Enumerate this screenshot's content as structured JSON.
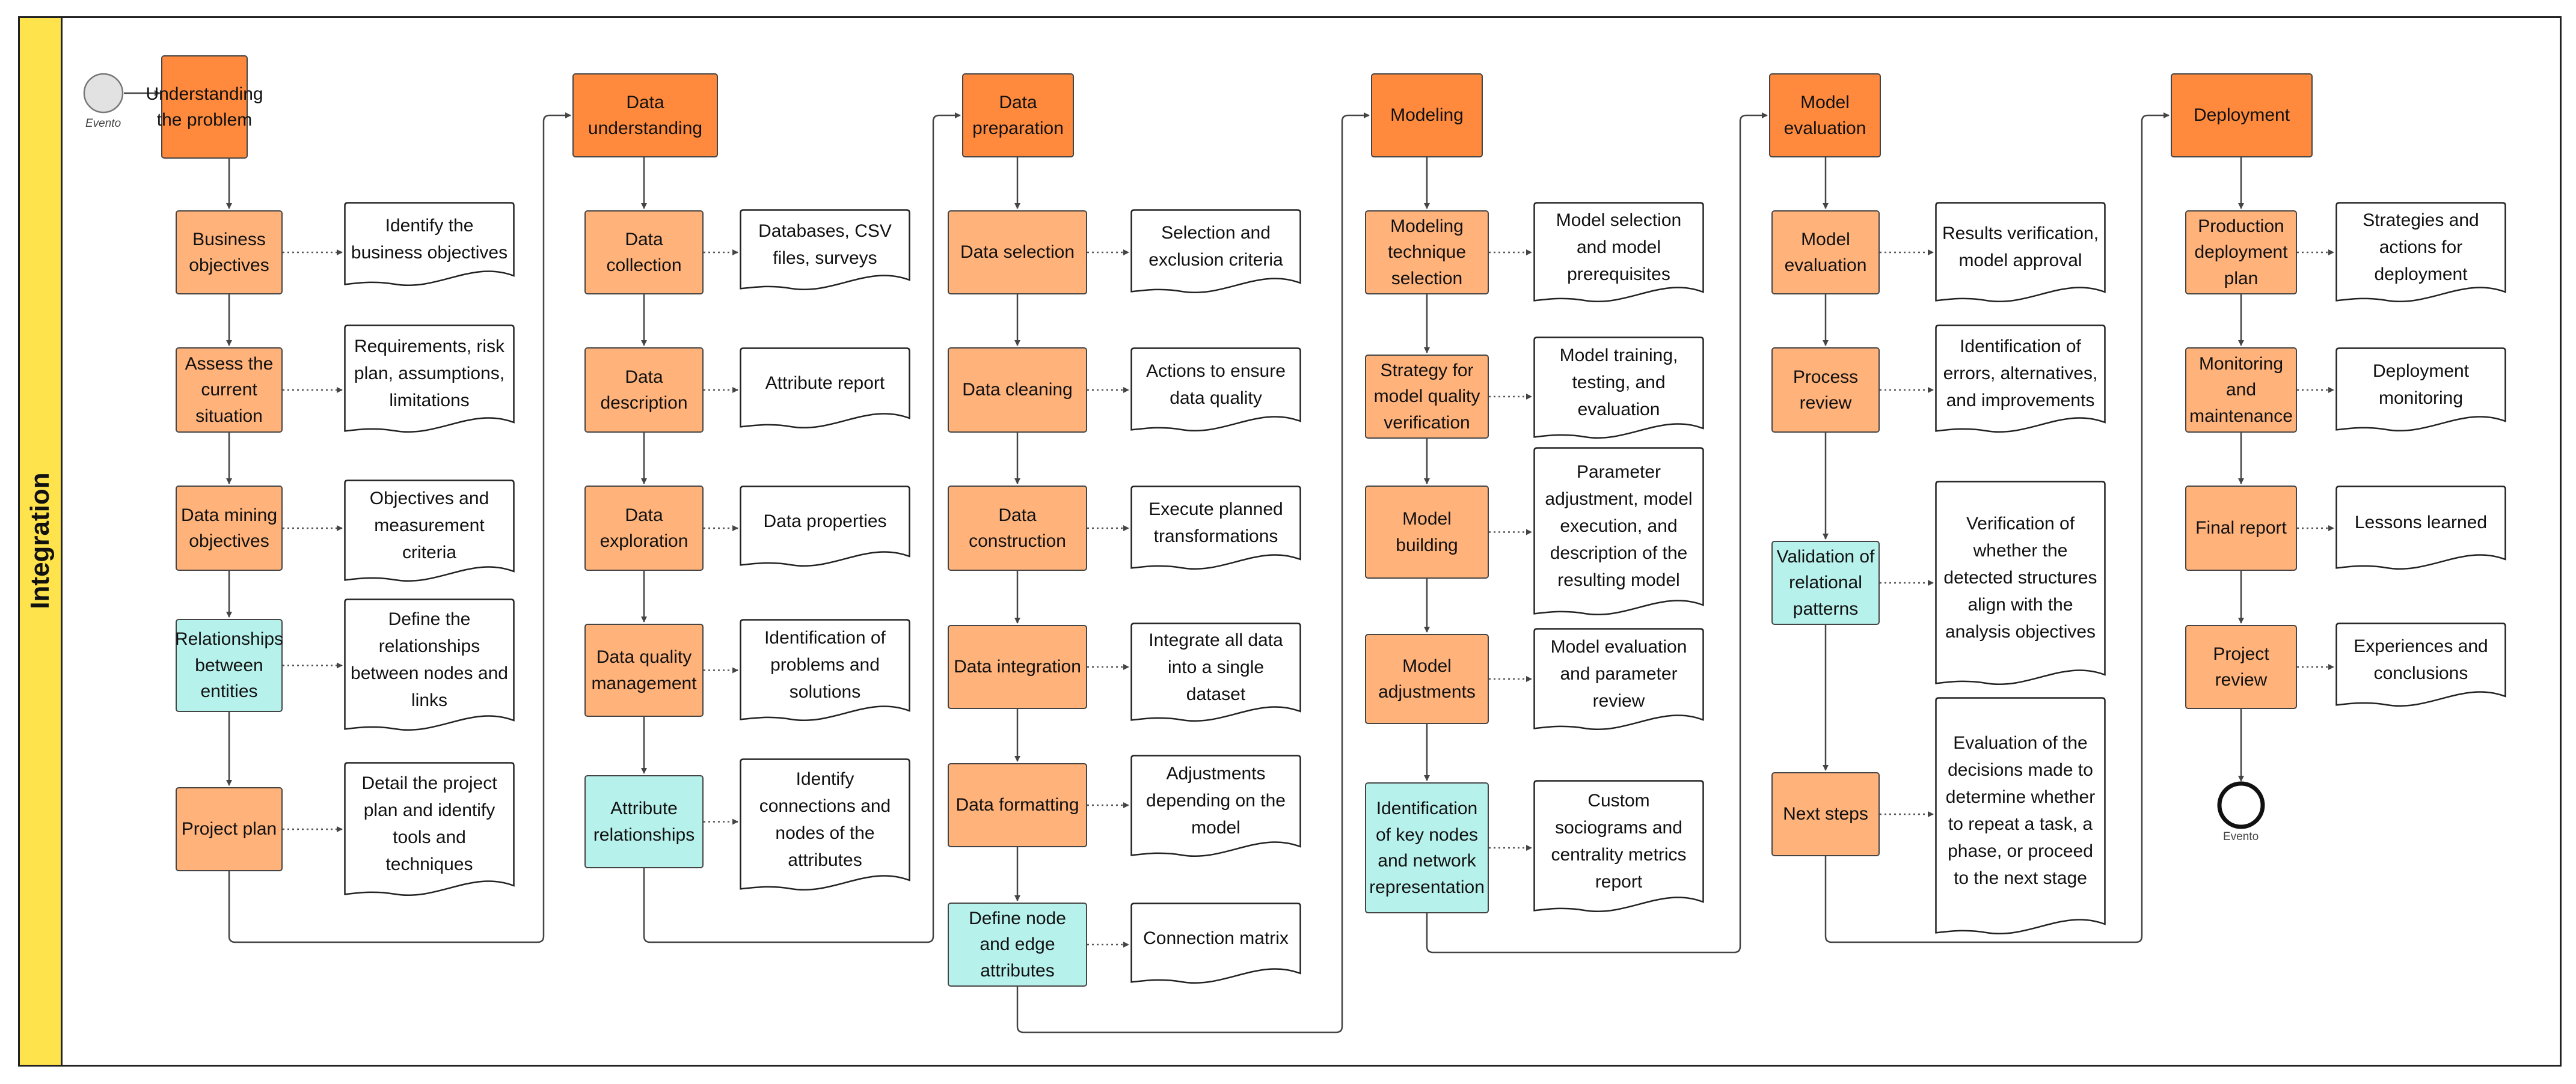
{
  "lane": {
    "title": "Integration"
  },
  "events": {
    "start_label": "Evento",
    "end_label": "Evento"
  },
  "columns": [
    {
      "header": "Understanding the problem",
      "steps": [
        {
          "label": "Business objectives",
          "kind": "light",
          "note": "Identify the business objectives"
        },
        {
          "label": "Assess the current situation",
          "kind": "light",
          "note": "Requirements, risk plan, assumptions, limitations"
        },
        {
          "label": "Data mining objectives",
          "kind": "light",
          "note": "Objectives and measurement criteria"
        },
        {
          "label": "Relationships between entities",
          "kind": "teal",
          "note": "Define the relationships between nodes and links"
        },
        {
          "label": "Project plan",
          "kind": "light",
          "note": "Detail the project plan and identify tools and techniques"
        }
      ]
    },
    {
      "header": "Data understanding",
      "steps": [
        {
          "label": "Data collection",
          "kind": "light",
          "note": "Databases, CSV files, surveys"
        },
        {
          "label": "Data description",
          "kind": "light",
          "note": "Attribute report"
        },
        {
          "label": "Data exploration",
          "kind": "light",
          "note": "Data properties"
        },
        {
          "label": "Data quality management",
          "kind": "light",
          "note": "Identification of problems and solutions"
        },
        {
          "label": "Attribute relationships",
          "kind": "teal",
          "note": "Identify connections and nodes of the attributes"
        }
      ]
    },
    {
      "header": "Data preparation",
      "steps": [
        {
          "label": "Data selection",
          "kind": "light",
          "note": "Selection and exclusion criteria"
        },
        {
          "label": "Data cleaning",
          "kind": "light",
          "note": "Actions to ensure data quality"
        },
        {
          "label": "Data construction",
          "kind": "light",
          "note": "Execute planned transformations"
        },
        {
          "label": "Data integration",
          "kind": "light",
          "note": "Integrate all data into a single dataset"
        },
        {
          "label": "Data formatting",
          "kind": "light",
          "note": "Adjustments depending on the model"
        },
        {
          "label": "Define node and edge attributes",
          "kind": "teal",
          "note": "Connection matrix"
        }
      ]
    },
    {
      "header": "Modeling",
      "steps": [
        {
          "label": "Modeling technique selection",
          "kind": "light",
          "note": "Model selection and model prerequisites"
        },
        {
          "label": "Strategy for model quality verification",
          "kind": "light",
          "note": "Model training, testing, and evaluation"
        },
        {
          "label": "Model building",
          "kind": "light",
          "note": "Parameter adjustment, model execution, and description of the resulting model"
        },
        {
          "label": "Model adjustments",
          "kind": "light",
          "note": "Model evaluation and parameter review"
        },
        {
          "label": "Identification of key nodes and network representation",
          "kind": "teal",
          "note": "Custom sociograms and centrality metrics report"
        }
      ]
    },
    {
      "header": "Model evaluation",
      "steps": [
        {
          "label": "Model evaluation",
          "kind": "light",
          "note": "Results verification, model approval"
        },
        {
          "label": "Process review",
          "kind": "light",
          "note": "Identification of errors, alternatives, and improvements"
        },
        {
          "label": "Validation of relational patterns",
          "kind": "teal",
          "note": "Verification of whether the detected structures align with the analysis objectives"
        },
        {
          "label": "Next steps",
          "kind": "light",
          "note": "Evaluation of the decisions made to determine whether to repeat a task, a phase, or proceed to the next stage"
        }
      ]
    },
    {
      "header": "Deployment",
      "steps": [
        {
          "label": "Production deployment plan",
          "kind": "light",
          "note": "Strategies and actions for deployment"
        },
        {
          "label": "Monitoring and maintenance",
          "kind": "light",
          "note": "Deployment monitoring"
        },
        {
          "label": "Final report",
          "kind": "light",
          "note": "Lessons learned"
        },
        {
          "label": "Project review",
          "kind": "light",
          "note": "Experiences and conclusions"
        }
      ]
    }
  ],
  "colors": {
    "lane": "#ffe34d",
    "header": "#ff8a3d",
    "task": "#ffb27a",
    "network_task": "#b7f1ec",
    "line": "#444444"
  }
}
